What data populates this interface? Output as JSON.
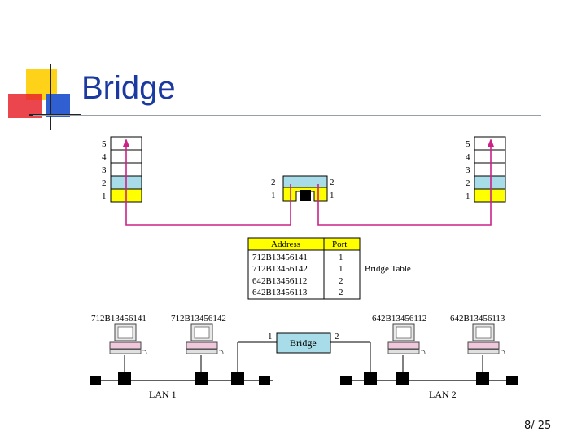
{
  "slide": {
    "title": "Bridge",
    "page_number": "8/ 25"
  },
  "colors": {
    "title": "#1a3aa0",
    "accent_magenta": "#cc2288",
    "layer1": "#ffff00",
    "layer2": "#a8dce8",
    "bridge_box": "#a8dce8",
    "logo_yellow": "#ffd21a",
    "logo_red": "#e8262e",
    "logo_blue": "#2f5fd0"
  },
  "layer_stack": {
    "labels": [
      "5",
      "4",
      "3",
      "2",
      "1"
    ]
  },
  "bridge_layers": {
    "left_labels": [
      "2",
      "1"
    ],
    "right_labels": [
      "2",
      "1"
    ]
  },
  "bridge_table": {
    "caption": "Bridge Table",
    "headers": [
      "Address",
      "Port"
    ],
    "rows": [
      [
        "712B13456141",
        "1"
      ],
      [
        "712B13456142",
        "1"
      ],
      [
        "642B13456112",
        "2"
      ],
      [
        "642B13456113",
        "2"
      ]
    ]
  },
  "stations": [
    {
      "address": "712B13456141"
    },
    {
      "address": "712B13456142"
    },
    {
      "address": "642B13456112"
    },
    {
      "address": "642B13456113"
    }
  ],
  "bridge_device": {
    "label": "Bridge",
    "port_left": "1",
    "port_right": "2"
  },
  "lans": {
    "left": "LAN 1",
    "right": "LAN 2"
  }
}
